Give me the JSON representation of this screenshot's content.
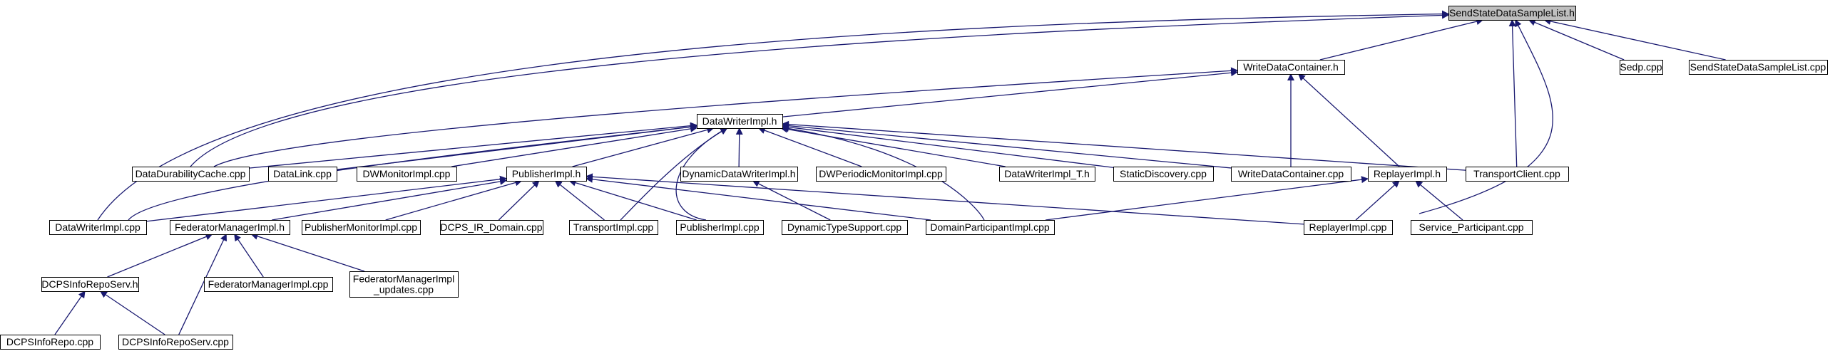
{
  "graph": {
    "edge_color": "#191970",
    "root_fill": "#bfbfbf",
    "nodes": [
      {
        "id": "root",
        "label": "SendStateDataSampleList.h",
        "root": true
      },
      {
        "id": "wdc_h",
        "label": "WriteDataContainer.h"
      },
      {
        "id": "sedp",
        "label": "Sedp.cpp"
      },
      {
        "id": "sdsl_cpp",
        "label": "SendStateDataSampleList.cpp"
      },
      {
        "id": "dwi_h",
        "label": "DataWriterImpl.h"
      },
      {
        "id": "ddc",
        "label": "DataDurabilityCache.cpp"
      },
      {
        "id": "dlink",
        "label": "DataLink.cpp"
      },
      {
        "id": "dwmon",
        "label": "DWMonitorImpl.cpp"
      },
      {
        "id": "pub_h",
        "label": "PublisherImpl.h"
      },
      {
        "id": "ddw_h",
        "label": "DynamicDataWriterImpl.h"
      },
      {
        "id": "dwper",
        "label": "DWPeriodicMonitorImpl.cpp"
      },
      {
        "id": "dwit_h",
        "label": "DataWriterImpl_T.h"
      },
      {
        "id": "sdisc",
        "label": "StaticDiscovery.cpp"
      },
      {
        "id": "wdc_cpp",
        "label": "WriteDataContainer.cpp"
      },
      {
        "id": "rep_h",
        "label": "ReplayerImpl.h"
      },
      {
        "id": "tclient",
        "label": "TransportClient.cpp"
      },
      {
        "id": "dwi_cpp",
        "label": "DataWriterImpl.cpp"
      },
      {
        "id": "fed_h",
        "label": "FederatorManagerImpl.h"
      },
      {
        "id": "pubmon",
        "label": "PublisherMonitorImpl.cpp"
      },
      {
        "id": "irdom",
        "label": "DCPS_IR_Domain.cpp"
      },
      {
        "id": "timpl",
        "label": "TransportImpl.cpp"
      },
      {
        "id": "pub_cpp",
        "label": "PublisherImpl.cpp"
      },
      {
        "id": "dts",
        "label": "DynamicTypeSupport.cpp"
      },
      {
        "id": "dpi",
        "label": "DomainParticipantImpl.cpp"
      },
      {
        "id": "rep_cpp",
        "label": "ReplayerImpl.cpp"
      },
      {
        "id": "svcp",
        "label": "Service_Participant.cpp"
      },
      {
        "id": "irs_h",
        "label": "DCPSInfoRepoServ.h"
      },
      {
        "id": "fed_cpp",
        "label": "FederatorManagerImpl.cpp"
      },
      {
        "id": "fed_upd",
        "label": "FederatorManagerImpl _updates.cpp"
      },
      {
        "id": "irepo",
        "label": "DCPSInfoRepo.cpp"
      },
      {
        "id": "irs_cpp",
        "label": "DCPSInfoRepoServ.cpp"
      }
    ]
  }
}
